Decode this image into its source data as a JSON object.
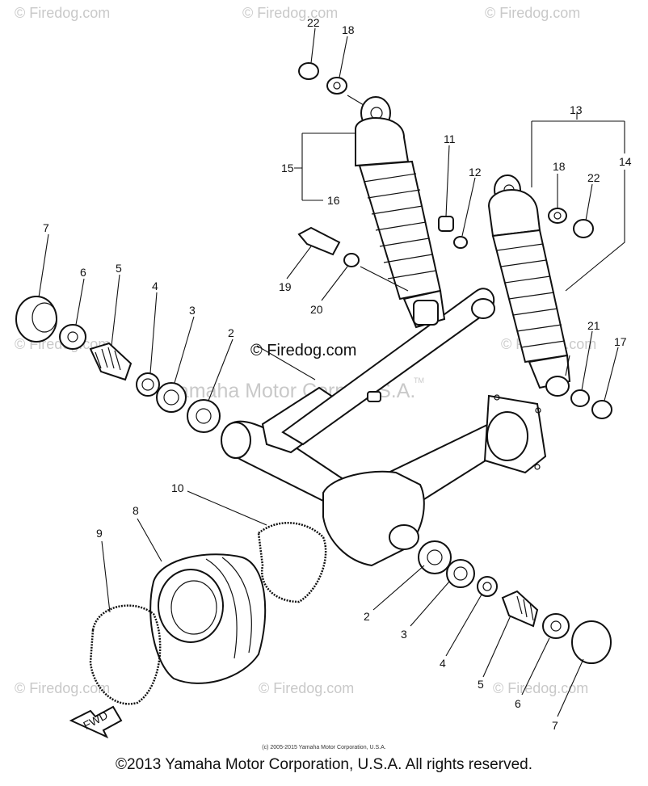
{
  "watermarks": {
    "site": "© Firedog.com",
    "corp": "Yamaha Motor Corp, U.S.A.",
    "tm": "TM"
  },
  "labels": [
    "22",
    "18",
    "15",
    "16",
    "11",
    "12",
    "13",
    "18",
    "22",
    "14",
    "19",
    "20",
    "7",
    "6",
    "5",
    "4",
    "3",
    "2",
    "21",
    "17",
    "8",
    "10",
    "9",
    "2",
    "3",
    "4",
    "5",
    "6",
    "7"
  ],
  "fwd": "FWD",
  "small_copyright": "(c) 2005-2015 Yamaha Motor Corporation, U.S.A.",
  "footer": "©2013 Yamaha Motor Corporation, U.S.A. All rights reserved."
}
